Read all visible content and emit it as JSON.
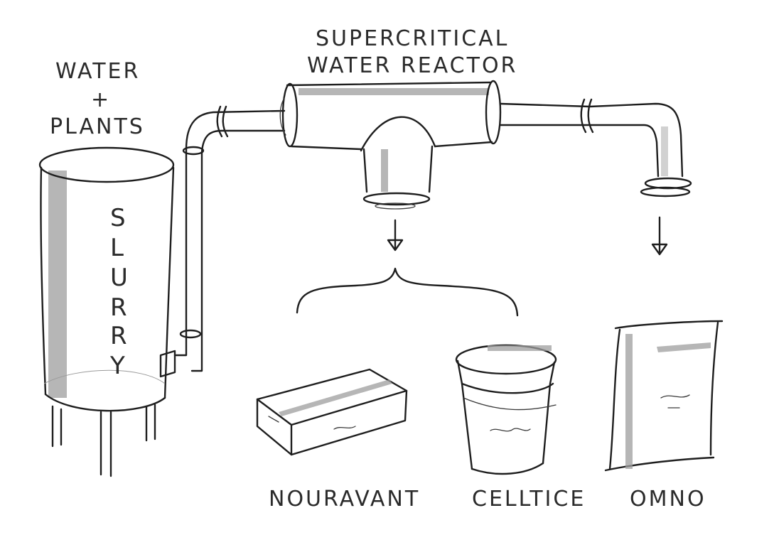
{
  "labels": {
    "input_line1": "WATER",
    "input_line2": "+",
    "input_line3": "PLANTS",
    "tank_letters": [
      "S",
      "L",
      "U",
      "R",
      "R",
      "Y"
    ],
    "reactor_line1": "SUPERCRITICAL",
    "reactor_line2": "WATER REACTOR"
  },
  "products": [
    {
      "name": "NOURAVANT"
    },
    {
      "name": "CELLTICE"
    },
    {
      "name": "OMNO"
    }
  ],
  "colors": {
    "ink": "#1e1e1e",
    "shade": "#9e9e9e",
    "background": "#ffffff"
  },
  "icons": {
    "tank": "slurry-tank",
    "reactor": "reactor-tube",
    "arrow": "down-arrow",
    "brace": "curly-brace",
    "box": "box-package",
    "bucket": "bucket-container",
    "bag": "sack-bag"
  }
}
